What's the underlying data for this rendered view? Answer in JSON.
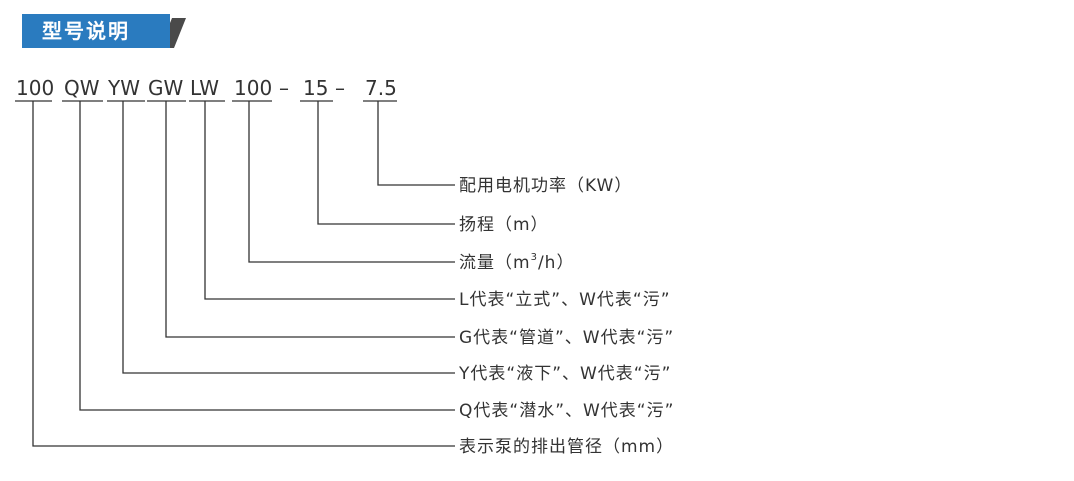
{
  "header": {
    "title": "型号说明",
    "color": "#2a7bbf",
    "shadow": "#4a4a4a"
  },
  "model": {
    "parts": [
      "100",
      "QW",
      "YW",
      "GW",
      "LW",
      "100",
      "15",
      "7.5"
    ],
    "separators": [
      "–",
      "–"
    ]
  },
  "descriptions": [
    {
      "text": "配用电机功率（KW）"
    },
    {
      "text": "扬程（m）"
    },
    {
      "text_pre": "流量（m",
      "sup": "3",
      "text_post": "/h）"
    },
    {
      "text": "L代表“立式”、W代表“污”"
    },
    {
      "text": "G代表“管道”、W代表“污”"
    },
    {
      "text": "Y代表“液下”、W代表“污”"
    },
    {
      "text": "Q代表“潜水”、W代表“污”"
    },
    {
      "text": "表示泵的排出管径（mm）"
    }
  ]
}
